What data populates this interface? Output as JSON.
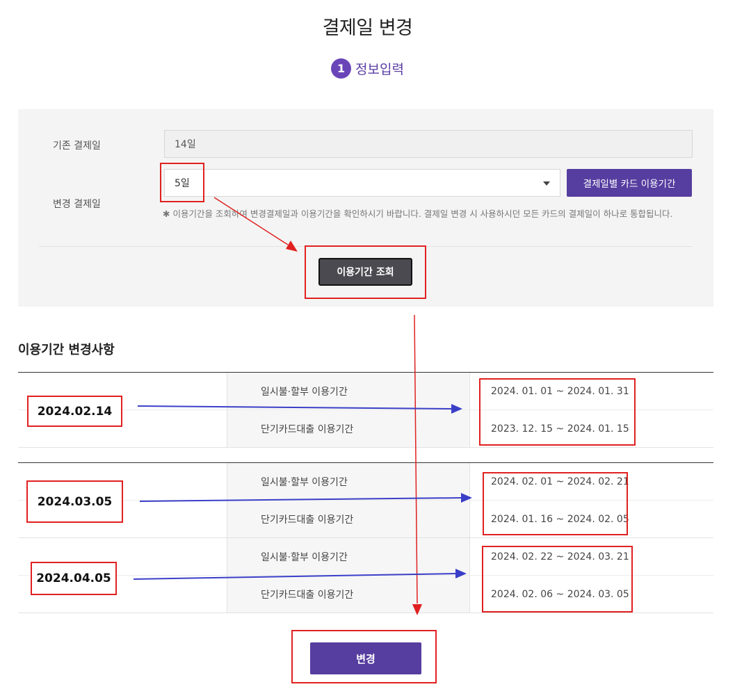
{
  "header": {
    "title": "결제일 변경",
    "step_number": "1",
    "step_label": "정보입력"
  },
  "form": {
    "current_label": "기존 결제일",
    "current_value": "14일",
    "change_label": "변경 결제일",
    "change_value": "5일",
    "period_button": "결제일별 카드 이용기간",
    "note": "✱ 이용기간을 조회하여 변경결제일과 이용기간을 확인하시기 바랍니다. 결제일 변경 시 사용하시던 모든 카드의 결제일이 하나로 통합됩니다.",
    "lookup_button": "이용기간 조회"
  },
  "section_title": "이용기간 변경사항",
  "groups": [
    {
      "date": "2024.02.14",
      "rows": [
        {
          "type": "일시불·할부 이용기간",
          "range": "2024. 01. 01 ~ 2024. 01. 31"
        },
        {
          "type": "단기카드대출 이용기간",
          "range": "2023. 12. 15 ~ 2024. 01. 15"
        }
      ]
    },
    {
      "date": "2024.03.05",
      "rows": [
        {
          "type": "일시불·할부 이용기간",
          "range": "2024. 02. 01 ~ 2024. 02. 21"
        },
        {
          "type": "단기카드대출 이용기간",
          "range": "2024. 01. 16 ~ 2024. 02. 05"
        }
      ]
    },
    {
      "date": "2024.04.05",
      "rows": [
        {
          "type": "일시불·할부 이용기간",
          "range": "2024. 02. 22 ~ 2024. 03. 21"
        },
        {
          "type": "단기카드대출 이용기간",
          "range": "2024. 02. 06 ~ 2024. 03. 05"
        }
      ]
    }
  ],
  "submit_button": "변경",
  "colors": {
    "brand_purple": "#563da0",
    "annotation_red": "#e02020",
    "annotation_blue": "#3a3fc8"
  }
}
